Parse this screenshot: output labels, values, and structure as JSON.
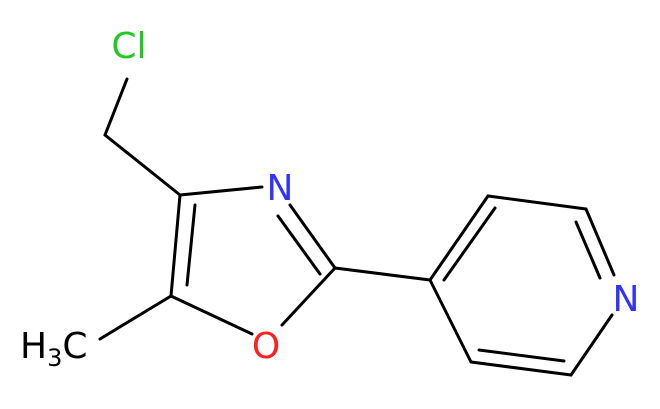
{
  "molecule": {
    "atoms": {
      "cl": {
        "label": "Cl",
        "color": "#1fc91f"
      },
      "n_oxazole": {
        "label": "N",
        "color": "#3232ff"
      },
      "o_oxazole": {
        "label": "O",
        "color": "#ff1f1f"
      },
      "n_pyridine": {
        "label": "N",
        "color": "#3232ff"
      },
      "methyl": {
        "label_main": "H",
        "label_sub": "3",
        "label_tail": "C",
        "color": "#000000"
      }
    },
    "bond_color": "#000000"
  }
}
